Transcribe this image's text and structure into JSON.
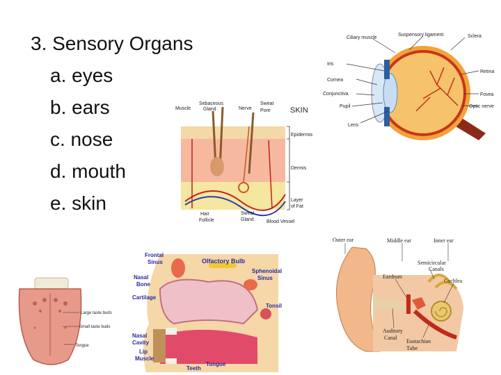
{
  "outline": {
    "heading": "3. Sensory Organs",
    "items": [
      "a. eyes",
      "b. ears",
      "c. nose",
      "d. mouth",
      "e. skin"
    ]
  },
  "eye_labels": {
    "ciliary_muscle": "Ciliary muscle",
    "suspensory_ligament": "Suspensory ligament",
    "sclera": "Sclera",
    "iris": "Iris",
    "retina": "Retina",
    "cornea": "Cornea",
    "conjunctiva": "Conjunctiva",
    "fovea": "Fovea",
    "pupil": "Pupil",
    "optic_nerve": "Optic nerve",
    "lens": "Lens"
  },
  "skin_labels": {
    "muscle": "Muscle",
    "sebaceous": "Sebaceous",
    "gland": "Gland",
    "nerve": "Nerve",
    "sweat": "Sweat",
    "pore": "Pore",
    "title": "SKIN",
    "epidermis": "Epidermis",
    "dermis": "Dermis",
    "layer": "Layer",
    "of_fat": "of Fat",
    "hair": "Hair",
    "follicle": "Follicle",
    "sweat_gland_1": "Sweat",
    "sweat_gland_2": "Gland",
    "blood_vessel": "Blood Vessel"
  },
  "ear_labels": {
    "outer_ear": "Outer ear",
    "middle_ear": "Middle ear",
    "inner_ear": "Inner ear",
    "semicircular_1": "Semicircular",
    "semicircular_2": "Canals",
    "eardrum": "Eardrum",
    "cochlea": "Cochlea",
    "auditory_1": "Auditory",
    "auditory_2": "Canal",
    "eustachian_1": "Eustachian",
    "eustachian_2": "Tube"
  },
  "tongue_labels": {
    "large_taste_buds": "Large taste buds",
    "small_taste_buds": "Small taste buds",
    "tongue": "Tongue"
  },
  "nose_labels": {
    "frontal_1": "Frontal",
    "frontal_2": "Sinus",
    "olfactory_bulb": "Olfactory Bulb",
    "sphenoidal_1": "Sphenoidal",
    "sphenoidal_2": "Sinus",
    "nasal_1": "Nasal",
    "nasal_2": "Bone",
    "cartilage": "Cartilage",
    "tonsil": "Tonsil",
    "nasal_cavity_1": "Nasal",
    "nasal_cavity_2": "Cavity",
    "lip_1": "Lip",
    "lip_2": "Muscle",
    "teeth": "Teeth",
    "tongue": "Tongue"
  }
}
